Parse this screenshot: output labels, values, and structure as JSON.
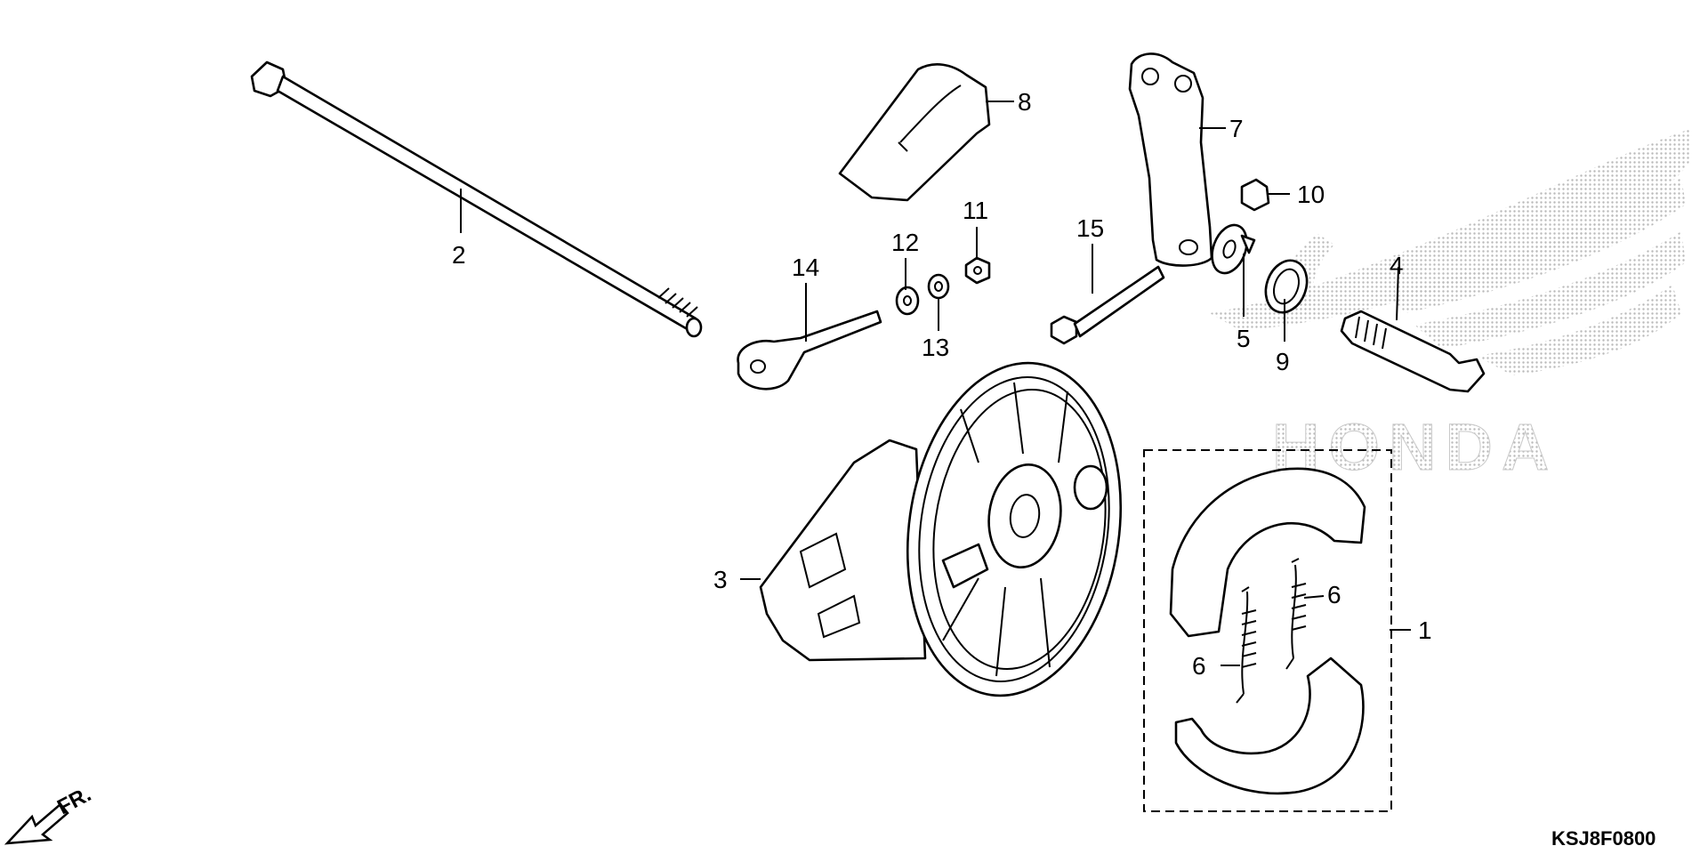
{
  "diagram": {
    "labels": {
      "p1": "1",
      "p2": "2",
      "p3": "3",
      "p4": "4",
      "p5": "5",
      "p6a": "6",
      "p6b": "6",
      "p7": "7",
      "p8": "8",
      "p9": "9",
      "p10": "10",
      "p11": "11",
      "p12": "12",
      "p13": "13",
      "p14": "14",
      "p15": "15"
    },
    "diagram_code": "KSJ8F0800",
    "front_indicator": "FR.",
    "watermark": "HONDA",
    "colors": {
      "ink": "#000000",
      "watermark": "#c8c8c8"
    }
  }
}
